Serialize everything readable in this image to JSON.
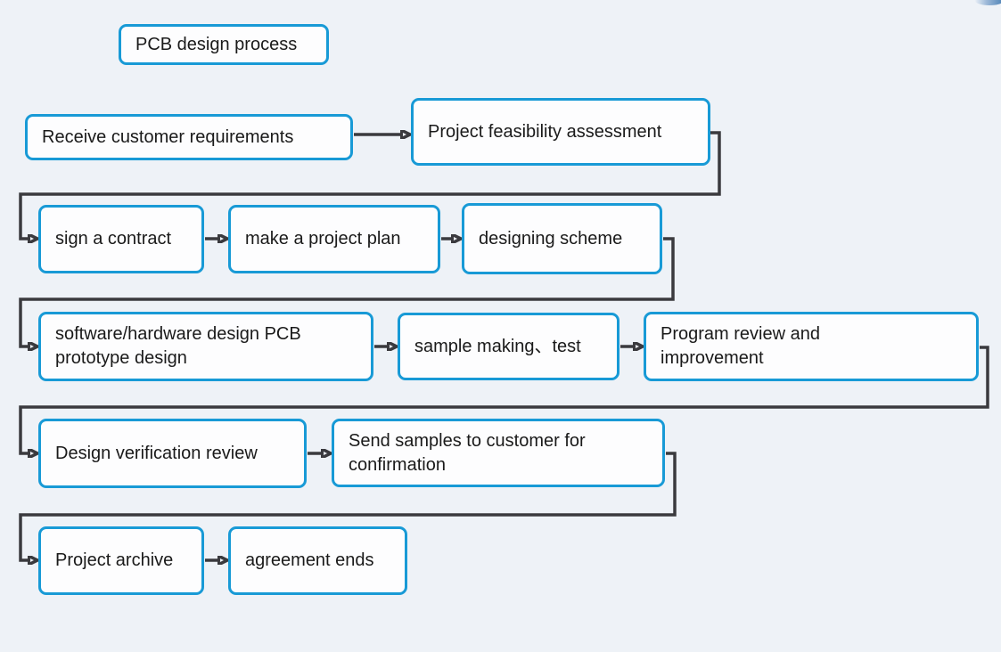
{
  "diagram": {
    "type": "flowchart",
    "colors": {
      "background": "#eef2f7",
      "box_border": "#189ad6",
      "box_fill": "#fdfdfe",
      "connector": "#3a3a3e",
      "text": "#1a1a1a"
    },
    "nodes": {
      "title_box": {
        "label": "PCB design process"
      },
      "receive": {
        "label": "Receive customer requirements"
      },
      "feasibility": {
        "label": "Project feasibility assessment"
      },
      "sign_contract": {
        "label": "sign a contract"
      },
      "project_plan": {
        "label": "make a project plan"
      },
      "designing_scheme": {
        "label": "designing scheme"
      },
      "swhw_design": {
        "label": "software/hardware design PCB prototype design"
      },
      "sample_making": {
        "label": "sample making、test"
      },
      "program_review": {
        "label": "Program review and improvement"
      },
      "design_verification": {
        "label": "Design verification review"
      },
      "send_samples": {
        "label": "Send samples to customer for confirmation"
      },
      "project_archive": {
        "label": "Project archive"
      },
      "agreement_ends": {
        "label": "agreement ends"
      }
    },
    "edges": [
      {
        "from": "receive",
        "to": "feasibility"
      },
      {
        "from": "feasibility",
        "to": "sign_contract"
      },
      {
        "from": "sign_contract",
        "to": "project_plan"
      },
      {
        "from": "project_plan",
        "to": "designing_scheme"
      },
      {
        "from": "designing_scheme",
        "to": "swhw_design"
      },
      {
        "from": "swhw_design",
        "to": "sample_making"
      },
      {
        "from": "sample_making",
        "to": "program_review"
      },
      {
        "from": "program_review",
        "to": "design_verification"
      },
      {
        "from": "design_verification",
        "to": "send_samples"
      },
      {
        "from": "send_samples",
        "to": "project_archive"
      },
      {
        "from": "project_archive",
        "to": "agreement_ends"
      }
    ]
  }
}
